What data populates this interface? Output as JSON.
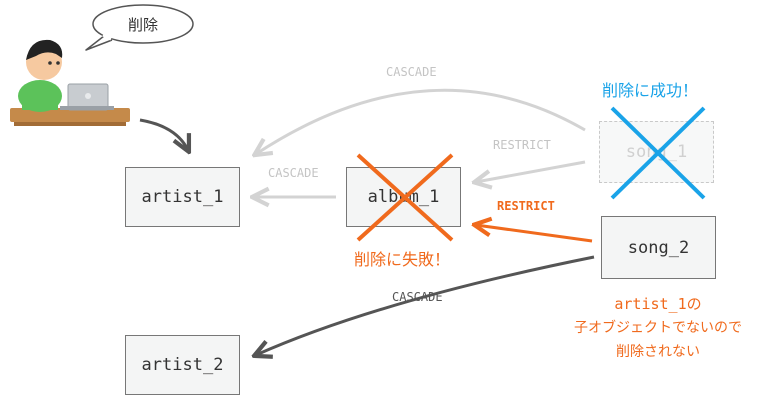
{
  "speech_bubble": {
    "text": "削除"
  },
  "nodes": {
    "artist_1": "artist_1",
    "artist_2": "artist_2",
    "album_1": "album_1",
    "song_1": "song_1",
    "song_2": "song_2"
  },
  "edges": {
    "song_1_to_artist_1": "CASCADE",
    "song_1_to_album_1": "RESTRICT",
    "album_1_to_artist_1": "CASCADE",
    "song_2_to_album_1": "RESTRICT",
    "song_2_to_artist_2": "CASCADE"
  },
  "annotations": {
    "delete_success": "削除に成功！",
    "delete_failure": "削除に失敗！",
    "note_line1": "artist_1の",
    "note_line2": "子オブジェクトでないので",
    "note_line3": "削除されない"
  },
  "colors": {
    "success_blue": "#1aa3e8",
    "failure_orange": "#f06a1d",
    "faded_gray": "#d3d3d3",
    "dark_gray": "#555555"
  }
}
